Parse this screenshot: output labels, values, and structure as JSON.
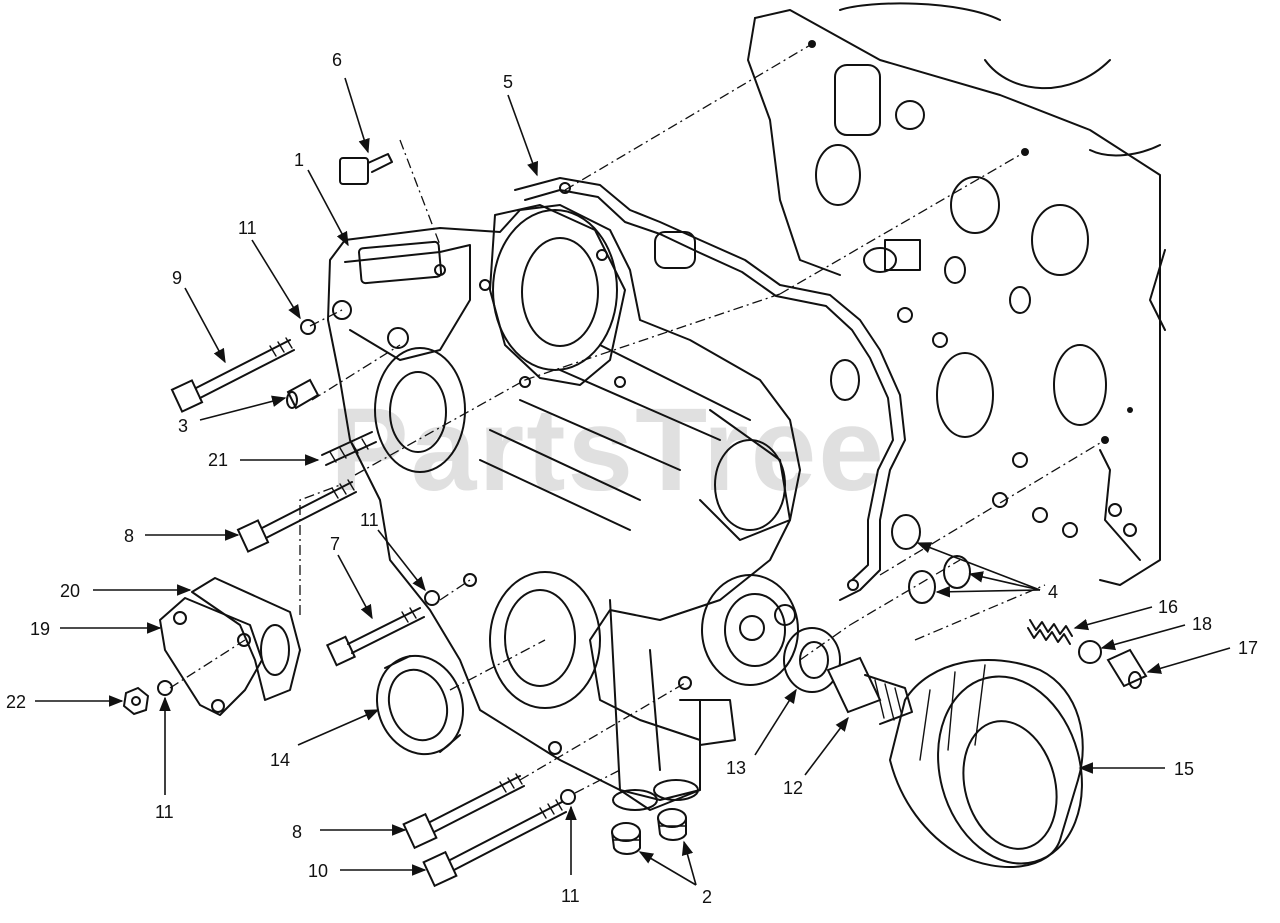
{
  "watermark": "PartsTree",
  "callouts": {
    "c1": "1",
    "c2": "2",
    "c3": "3",
    "c4": "4",
    "c5": "5",
    "c6": "6",
    "c7": "7",
    "c8a": "8",
    "c8b": "8",
    "c9": "9",
    "c10": "10",
    "c11a": "11",
    "c11b": "11",
    "c11c": "11",
    "c11d": "11",
    "c12": "12",
    "c13": "13",
    "c14": "14",
    "c15": "15",
    "c16": "16",
    "c17": "17",
    "c18": "18",
    "c19": "19",
    "c20": "20",
    "c21": "21",
    "c22": "22"
  }
}
